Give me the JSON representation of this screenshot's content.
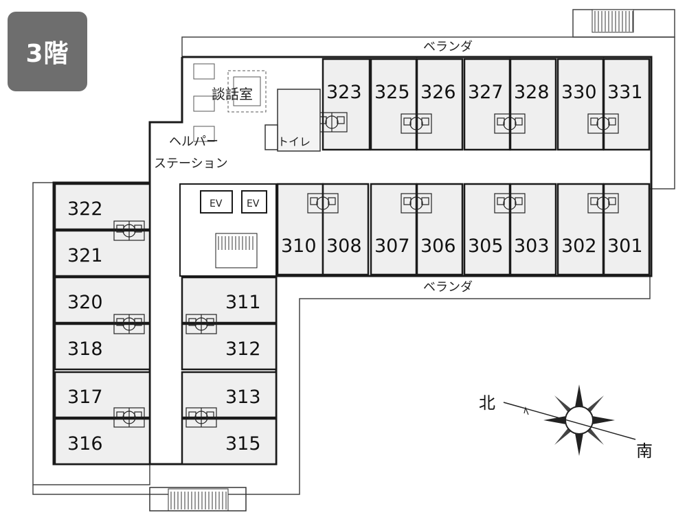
{
  "floor_label": "3階",
  "veranda_top": "ベランダ",
  "veranda_bottom": "ベランダ",
  "lounge": "談話室",
  "helper_station_1": "ヘルパー",
  "helper_station_2": "ステーション",
  "toilet": "トイレ",
  "elevator": "EV",
  "compass": {
    "north": "北",
    "south": "南"
  },
  "rooms_top_north": [
    "323",
    "325",
    "326",
    "327",
    "328",
    "330",
    "331"
  ],
  "rooms_top_south": [
    "310",
    "308",
    "307",
    "306",
    "305",
    "303",
    "302",
    "301"
  ],
  "rooms_west_wing": [
    "322",
    "321",
    "320",
    "318",
    "317",
    "316"
  ],
  "rooms_center_wing": [
    "311",
    "312",
    "313",
    "315"
  ],
  "colors": {
    "wall": "#1a1a1a",
    "room_fill": "#efefef",
    "badge": "#6e6e6e"
  }
}
